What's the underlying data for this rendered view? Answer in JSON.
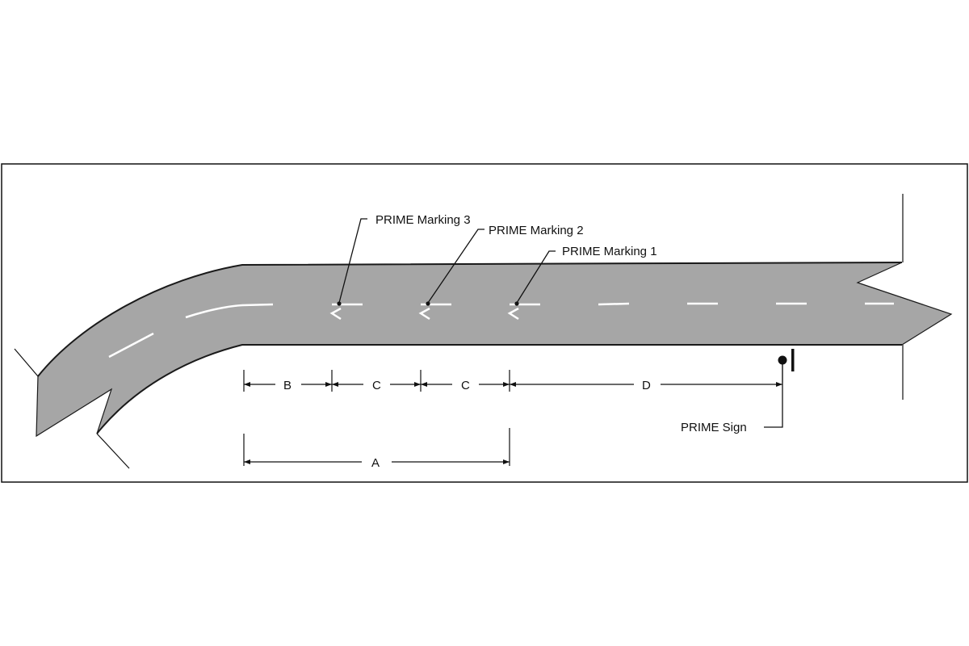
{
  "callouts": {
    "marking_3": "PRIME Marking 3",
    "marking_2": "PRIME Marking 2",
    "marking_1": "PRIME Marking 1",
    "sign": "PRIME Sign"
  },
  "dimensions": {
    "b": "B",
    "c1": "C",
    "c2": "C",
    "d": "D",
    "a": "A"
  },
  "colors": {
    "road": "#a6a6a6",
    "road_edge": "#1a1a1a",
    "lane_marking": "#ffffff",
    "line": "#111111"
  },
  "icons": {
    "chevron_marking": "chevron-left",
    "sign": "sign-post"
  }
}
